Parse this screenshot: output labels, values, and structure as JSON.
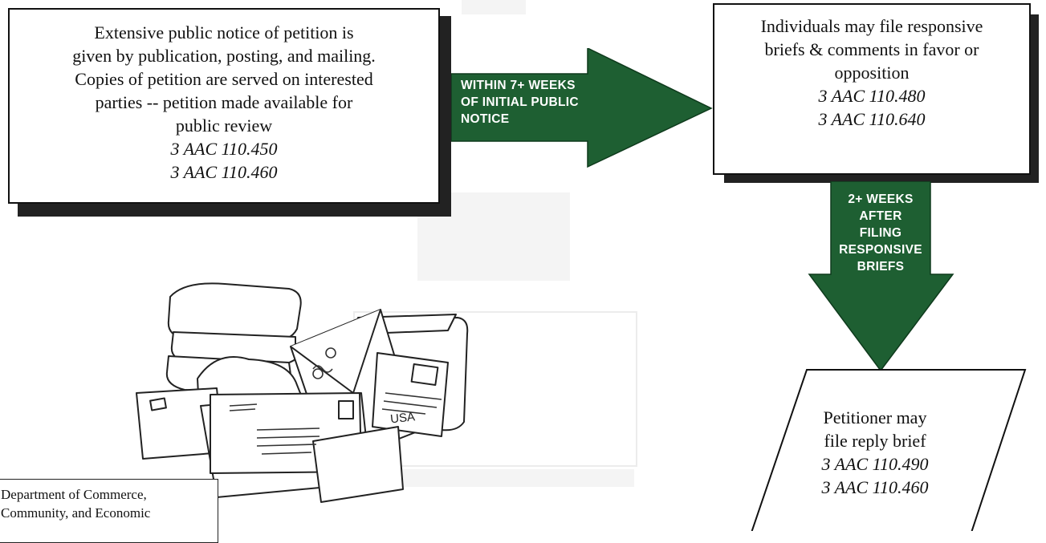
{
  "diagram": {
    "box_notice": {
      "lines": [
        "Extensive public notice of petition is",
        "given by publication, posting, and mailing.",
        "Copies of petition are served on interested",
        "parties -- petition made available for",
        "public review"
      ],
      "citations": [
        "3 AAC 110.450",
        "3 AAC 110.460"
      ]
    },
    "arrow_right": {
      "lines": [
        "WITHIN 7+ WEEKS",
        "OF INITIAL PUBLIC",
        "NOTICE"
      ],
      "color": "#1e5f32"
    },
    "box_briefs": {
      "lines": [
        "Individuals may file responsive",
        "briefs & comments in favor or",
        "opposition"
      ],
      "citations": [
        "3 AAC 110.480",
        "3 AAC 110.640"
      ]
    },
    "arrow_down": {
      "lines": [
        "2+ WEEKS",
        "AFTER",
        "FILING",
        "RESPONSIVE",
        "BRIEFS"
      ],
      "color": "#1e5f32"
    },
    "parallelogram_reply": {
      "lines": [
        "Petitioner may",
        "file reply brief"
      ],
      "citations": [
        "3 AAC 110.490",
        "3 AAC 110.460"
      ]
    },
    "illustration": {
      "icon": "mail-pile-icon",
      "stamp_text": "USA"
    },
    "footer": {
      "lines": [
        "Department of Commerce,",
        "Community, and Economic"
      ]
    }
  }
}
